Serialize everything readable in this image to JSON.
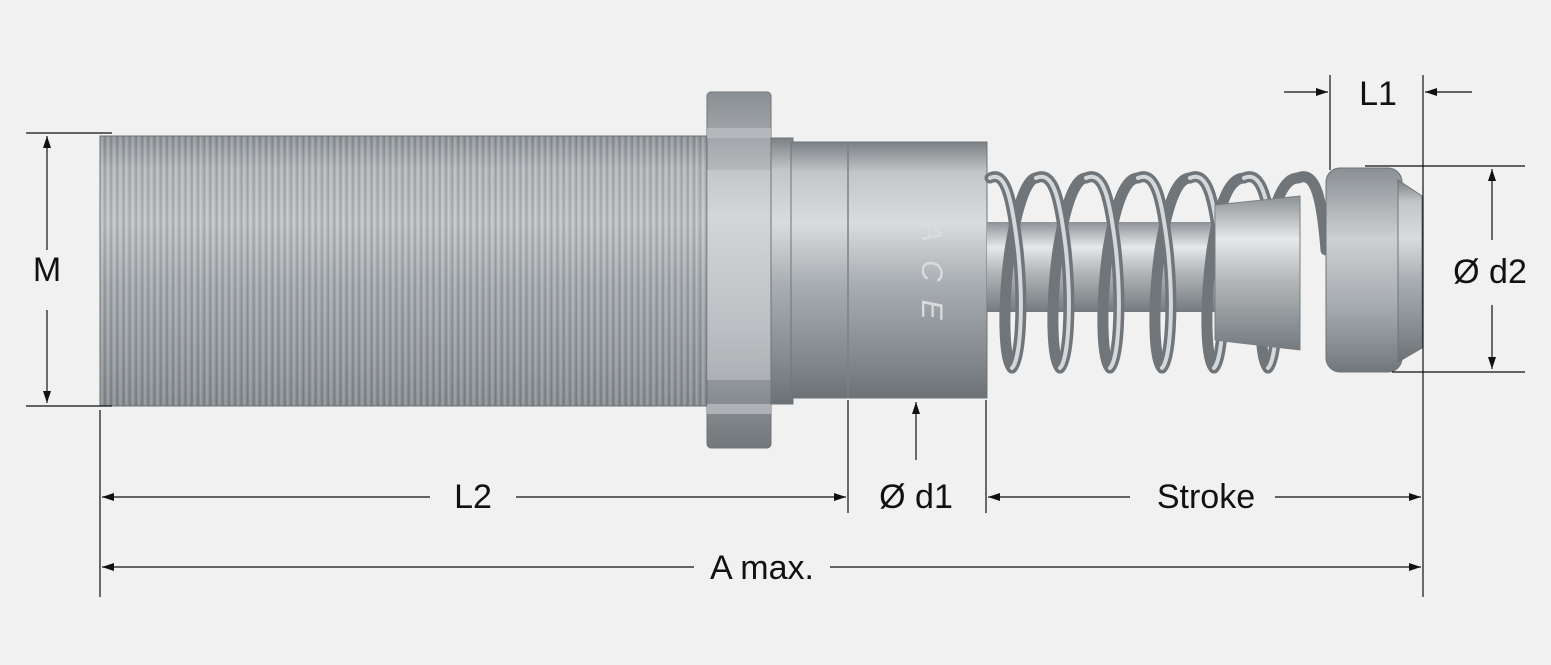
{
  "diagram": {
    "component": "shock absorber",
    "brand_mark": "ACE",
    "dimensions": {
      "M": "M",
      "L1": "L1",
      "L2": "L2",
      "d1": "Ø d1",
      "d2": "Ø d2",
      "stroke": "Stroke",
      "a_max": "A max."
    }
  },
  "colors": {
    "background": "#f0f1f0",
    "line": "#111111",
    "metal": "#a8adb1"
  }
}
